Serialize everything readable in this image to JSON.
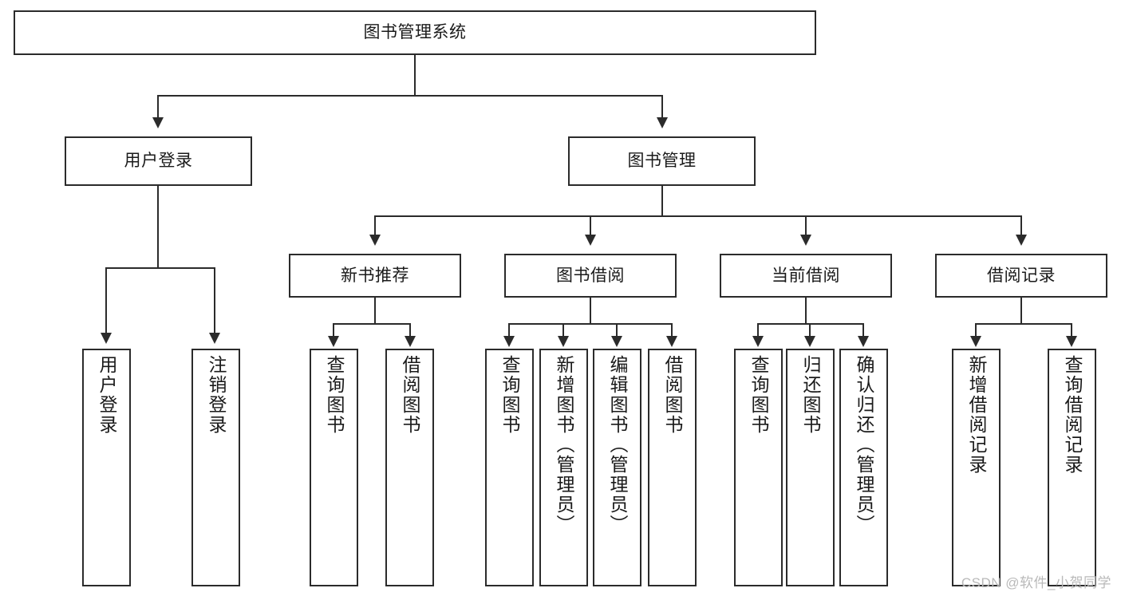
{
  "diagram": {
    "title": "图书管理系统",
    "type": "tree-hierarchy-diagram",
    "colors": {
      "box_border": "#2b2b2b",
      "background": "#ffffff",
      "text": "#1a1a1a",
      "connector": "#2b2b2b",
      "watermark": "#b9b9b9"
    },
    "root": {
      "label": "图书管理系统"
    },
    "level2": [
      {
        "label": "用户登录"
      },
      {
        "label": "图书管理"
      }
    ],
    "level3": [
      {
        "label": "新书推荐"
      },
      {
        "label": "图书借阅"
      },
      {
        "label": "当前借阅"
      },
      {
        "label": "借阅记录"
      }
    ],
    "leaves": {
      "user_login": [
        {
          "label": "用户登录"
        },
        {
          "label": "注销登录"
        }
      ],
      "new_book_recommend": [
        {
          "label": "查询图书"
        },
        {
          "label": "借阅图书"
        }
      ],
      "book_borrow": [
        {
          "label": "查询图书"
        },
        {
          "label": "新增图书（管理员）"
        },
        {
          "label": "编辑图书（管理员）"
        },
        {
          "label": "借阅图书"
        }
      ],
      "current_borrow": [
        {
          "label": "查询图书"
        },
        {
          "label": "归还图书"
        },
        {
          "label": "确认归还（管理员）"
        }
      ],
      "borrow_record": [
        {
          "label": "新增借阅记录"
        },
        {
          "label": "查询借阅记录"
        }
      ]
    }
  },
  "watermark": {
    "text": "CSDN @软件_小贺同学"
  }
}
